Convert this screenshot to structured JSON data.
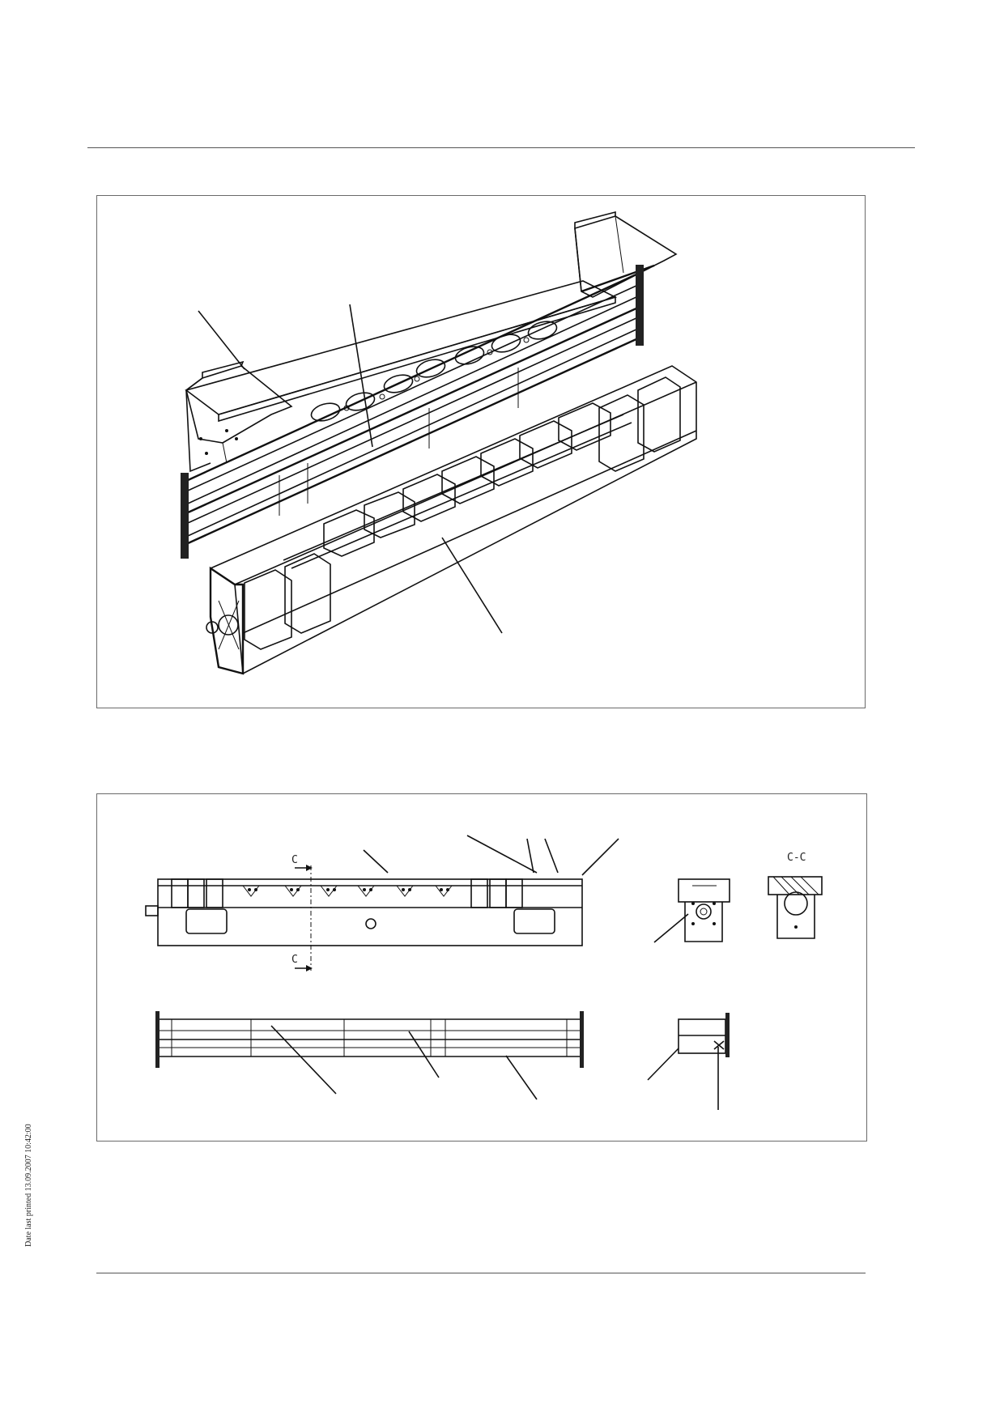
{
  "side_note": "Date last printed 13.09.2007 10:42:00",
  "section_labels": {
    "cut_top": "C",
    "cut_bottom": "C",
    "section_view": "C-C"
  },
  "colors": {
    "line": "#111111",
    "frame": "#6a6a6a",
    "rule": "#555555"
  }
}
